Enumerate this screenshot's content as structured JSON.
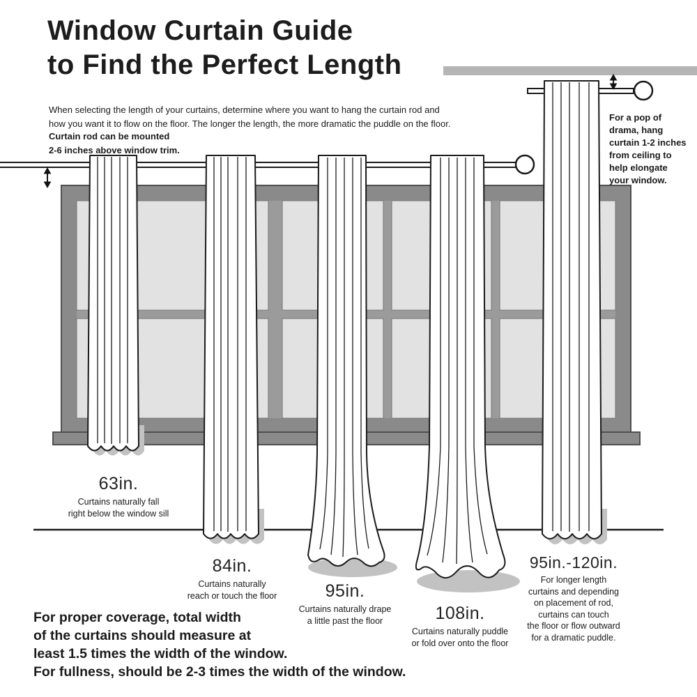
{
  "title": {
    "line1": "Window Curtain Guide",
    "line2": "to Find the Perfect Length"
  },
  "intro": "When selecting the length of your curtains, determine where you want to hang the curtain rod and\nhow you want it to flow on the floor. The longer the length, the more dramatic the puddle on the floor.",
  "notes": {
    "rod_mount": "Curtain rod can be mounted\n2-6 inches above window trim.",
    "ceiling_drama": "For a pop of\ndrama, hang\ncurtain 1-2 inches\nfrom ceiling to\nhelp elongate\nyour window.",
    "coverage": "For proper coverage, total width\nof the curtains should measure at\nleast 1.5 times the width of the window.\nFor fullness, should be 2-3 times the width of the window."
  },
  "curtains": [
    {
      "length": "63in.",
      "desc": "Curtains naturally fall\nright below the window sill"
    },
    {
      "length": "84in.",
      "desc": "Curtains naturally\nreach or touch the floor"
    },
    {
      "length": "95in.",
      "desc": "Curtains naturally drape\na little past the floor"
    },
    {
      "length": "108in.",
      "desc": "Curtains naturally puddle\nor fold over onto the floor"
    },
    {
      "length": "95in.-120in.",
      "desc": "For longer length\ncurtains and depending\non placement of rod,\ncurtains can touch\nthe floor or flow outward\nfor a dramatic puddle."
    }
  ],
  "colors": {
    "ink": "#1a1a1a",
    "ceiling_gray": "#b5b5b5",
    "frame_gray": "#8a8a8a",
    "frame_inner_gray": "#9b9b9b",
    "frame_edge": "#4f4f4f",
    "pane_gray": "#e2e2e2",
    "shadow_gray": "#c2c2c2",
    "curtain_white": "#ffffff"
  }
}
